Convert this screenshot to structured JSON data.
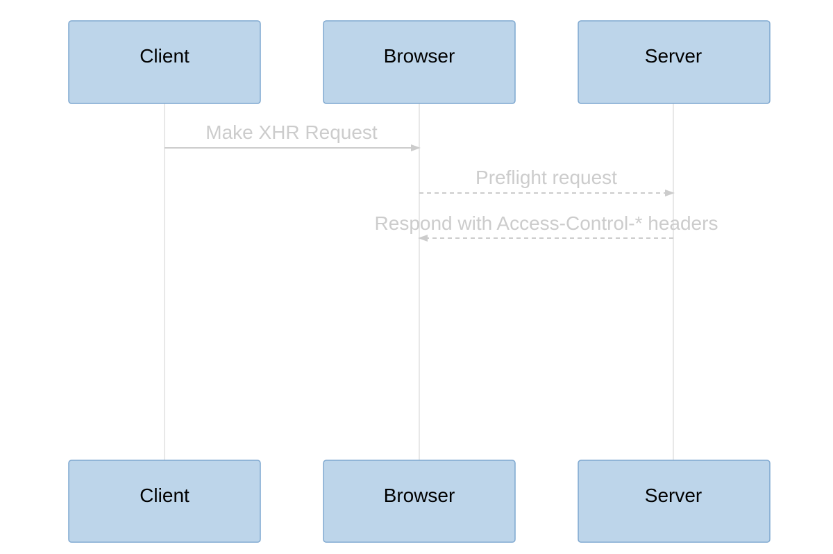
{
  "diagram": {
    "type": "sequence",
    "participants": [
      {
        "id": "client",
        "label": "Client"
      },
      {
        "id": "browser",
        "label": "Browser"
      },
      {
        "id": "server",
        "label": "Server"
      }
    ],
    "messages": [
      {
        "from": "client",
        "to": "browser",
        "label": "Make XHR Request",
        "style": "solid"
      },
      {
        "from": "browser",
        "to": "server",
        "label": "Preflight request",
        "style": "dashed"
      },
      {
        "from": "server",
        "to": "browser",
        "label": "Respond with Access-Control-* headers",
        "style": "dashed"
      }
    ],
    "colors": {
      "actor_fill": "#bdd5ea",
      "actor_border": "#7fa8d0",
      "message": "#cccccc",
      "lifeline": "#e0e0e0"
    }
  }
}
